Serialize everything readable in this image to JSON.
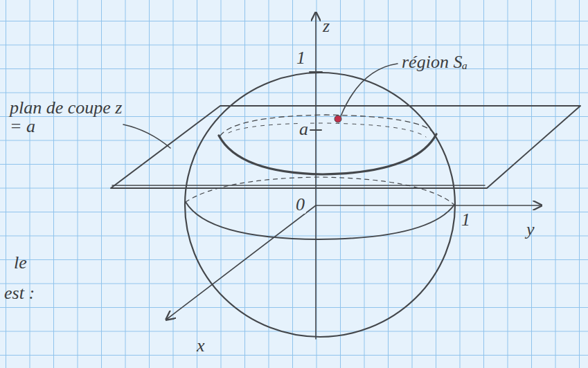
{
  "diagram": {
    "labels": [
      "z",
      "1",
      "a",
      "0",
      "1",
      "y",
      "x",
      "région Sₐ",
      "plan de coupe z = a",
      "le",
      "est :"
    ]
  }
}
